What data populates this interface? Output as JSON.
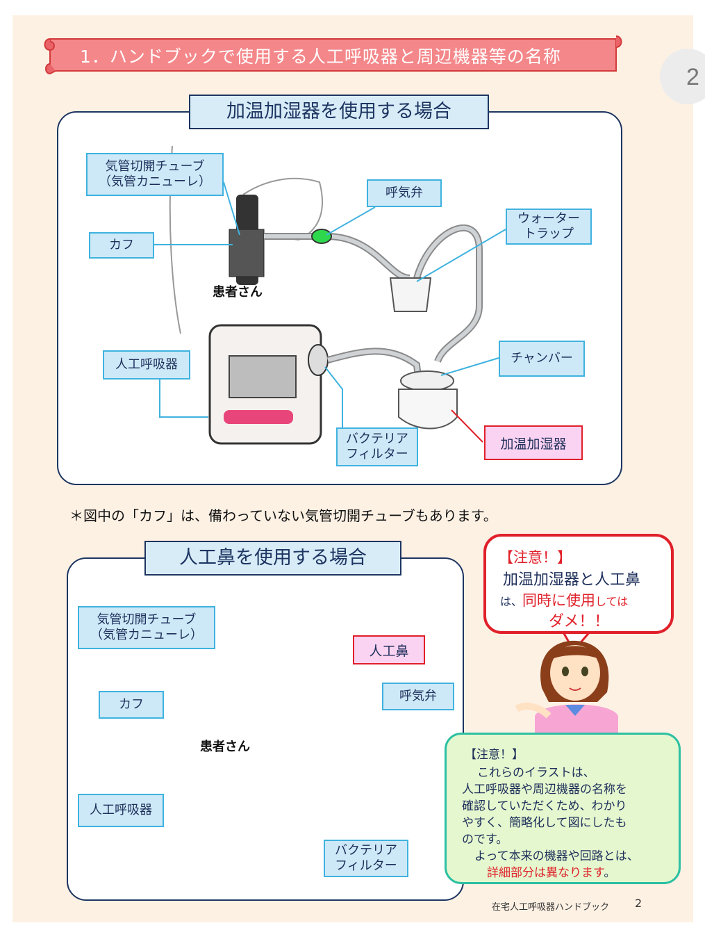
{
  "page": {
    "tab_number": "2"
  },
  "banner": {
    "title": "1．ハンドブックで使用する人工呼吸器と周辺機器等の名称"
  },
  "panel1": {
    "title": "加温加湿器を使用する場合",
    "labels": {
      "tube_line1": "気管切開チューブ",
      "tube_line2": "（気管カニューレ）",
      "cuff": "カフ",
      "valve": "呼気弁",
      "trap_line1": "ウォーター",
      "trap_line2": "トラップ",
      "patient": "患者さん",
      "ventilator": "人工呼吸器",
      "chamber": "チャンバー",
      "filter_line1": "バクテリア",
      "filter_line2": "フィルター",
      "humidifier": "加温加湿器"
    }
  },
  "note": "＊図中の「カフ」は、備わっていない気管切開チューブもあります。",
  "panel2": {
    "title": "人工鼻を使用する場合",
    "labels": {
      "tube_line1": "気管切開チューブ",
      "tube_line2": "（気管カニューレ）",
      "hme": "人工鼻",
      "cuff": "カフ",
      "valve": "呼気弁",
      "patient": "患者さん",
      "ventilator": "人工呼吸器",
      "filter_line1": "バクテリア",
      "filter_line2": "フィルター"
    }
  },
  "warning1": {
    "heading": "【注意！】",
    "line2": "加温加湿器と人工鼻",
    "line3_a": "は、",
    "line3_b": "同時に使用",
    "line3_c": "しては",
    "line4": "ダメ！！"
  },
  "warning2": {
    "heading": "【注意！】",
    "l1": "これらのイラストは、",
    "l2": "人工呼吸器や周辺機器の名称を",
    "l3": "確認していただくため、わかり",
    "l4": "やすく、簡略化して図にしたも",
    "l5": "のです。",
    "l6": "よって本来の機器や回路とは、",
    "l7_a": "詳細部分は異なります",
    "l7_b": "。"
  },
  "footer": {
    "text": "在宅人工呼吸器ハンドブック",
    "page": "2"
  },
  "colors": {
    "navy": "#1d3561",
    "label_bg": "#cde9f7",
    "label_border": "#3fb2df",
    "red": "#e0202a",
    "page_bg": "#fdf1e4"
  }
}
